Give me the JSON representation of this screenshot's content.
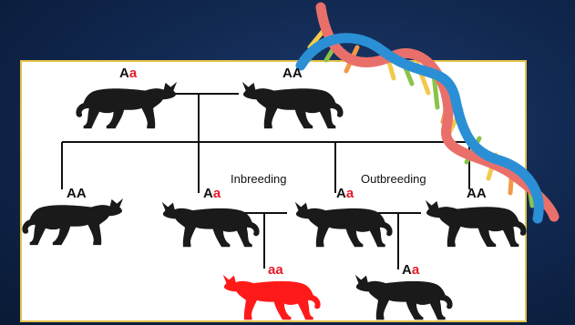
{
  "colors": {
    "background": "#10264d",
    "panel": "#ffffff",
    "panel_border": "#e2c24a",
    "cat": "#1a1a1a",
    "affected_cat": "#ff1a1a",
    "recessive_allele": "#e8192c",
    "dna_strand_1": "#e9706a",
    "dna_strand_2": "#2b8fd6",
    "dna_rungs": [
      "#f2c94c",
      "#8bc34a",
      "#f2994a"
    ]
  },
  "parents": {
    "left": {
      "dominant": "A",
      "recessive": "a"
    },
    "right": {
      "dominant": "AA",
      "recessive": ""
    }
  },
  "offspring": [
    {
      "dominant": "AA",
      "recessive": ""
    },
    {
      "dominant": "A",
      "recessive": "a"
    },
    {
      "dominant": "A",
      "recessive": "a"
    },
    {
      "dominant": "AA",
      "recessive": ""
    }
  ],
  "grandchildren": {
    "inbred": {
      "dominant": "",
      "recessive": "aa"
    },
    "outbred": {
      "dominant": "A",
      "recessive": "a"
    }
  },
  "labels": {
    "inbreeding": "Inbreeding",
    "outbreeding": "Outbreeding"
  },
  "icons": [
    "cat-silhouette-icon",
    "dna-helix-icon"
  ]
}
